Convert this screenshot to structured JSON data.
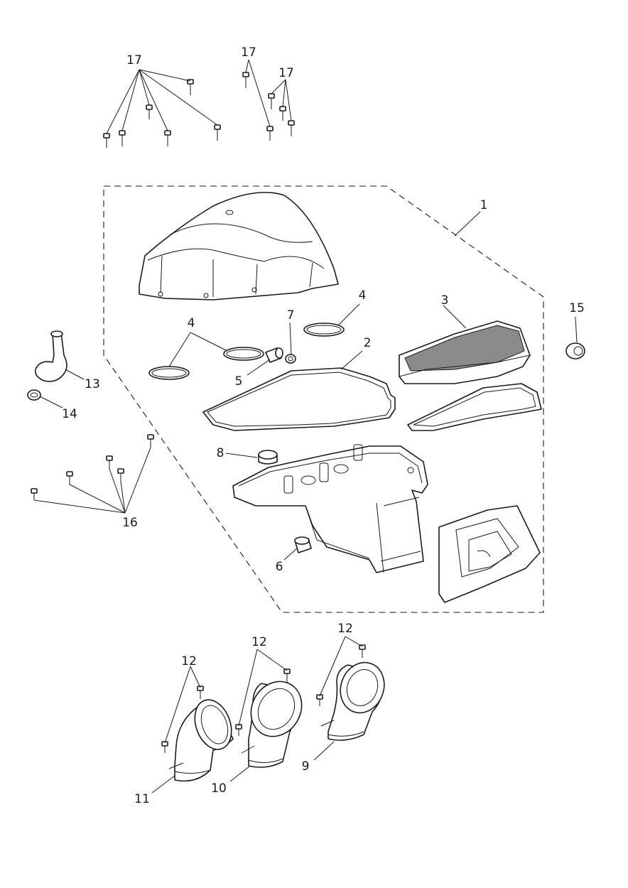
{
  "labels": {
    "l1": "1",
    "l2": "2",
    "l3": "3",
    "l4a": "4",
    "l4b": "4",
    "l5": "5",
    "l6": "6",
    "l7": "7",
    "l8": "8",
    "l9": "9",
    "l10": "10",
    "l11": "11",
    "l12a": "12",
    "l12b": "12",
    "l12c": "12",
    "l13": "13",
    "l14": "14",
    "l15": "15",
    "l16": "16",
    "l17a": "17",
    "l17b": "17",
    "l17c": "17"
  }
}
